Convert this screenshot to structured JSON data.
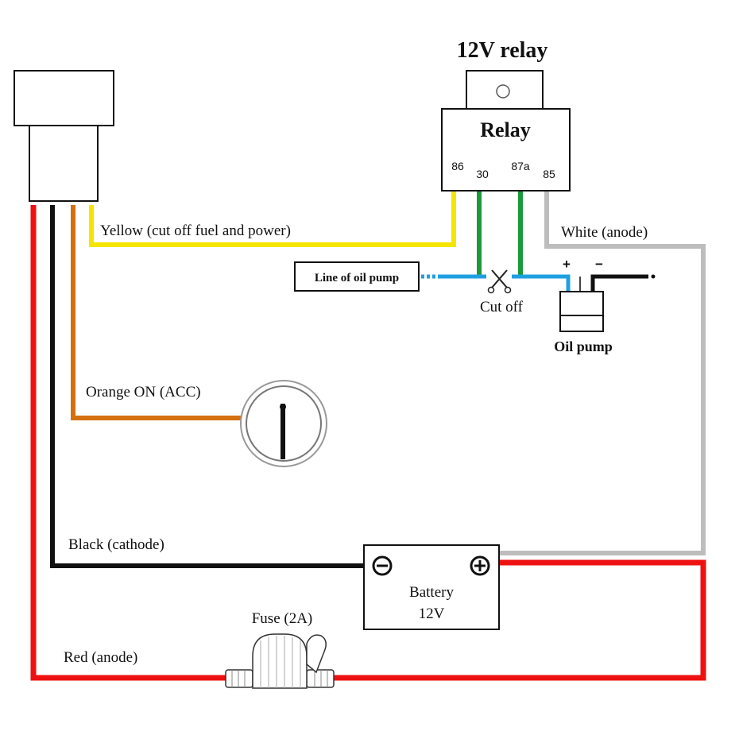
{
  "title": "12V relay",
  "relay": {
    "label": "Relay",
    "pins": [
      "86",
      "30",
      "87a",
      "85"
    ]
  },
  "wires": {
    "yellow": "Yellow (cut off fuel and power)",
    "white": "White (anode)",
    "orange": "Orange ON (ACC)",
    "black": "Black (cathode)",
    "red": "Red (anode)"
  },
  "oil_line_label": "Line of oil pump",
  "cut_off_label": "Cut off",
  "oil_pump": {
    "label": "Oil pump",
    "plus": "+",
    "minus": "−"
  },
  "battery": {
    "label_line1": "Battery",
    "label_line2": "12V"
  },
  "fuse_label": "Fuse (2A)",
  "colors": {
    "yellow": "#f5e400",
    "white_wire": "#bdbdbd",
    "orange": "#d4700f",
    "black": "#111111",
    "red": "#ee1111",
    "green": "#1a9a3a",
    "blue": "#1ea0e0"
  }
}
